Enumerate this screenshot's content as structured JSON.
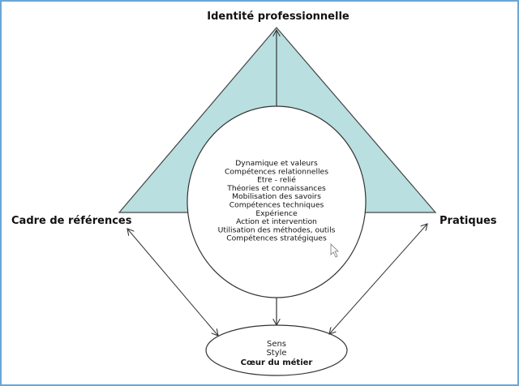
{
  "diagram": {
    "top_label": "Identité professionnelle",
    "left_label": "Cadre de références",
    "right_label": "Pratiques",
    "center_items": [
      "Dynamique et valeurs",
      "Compétences relationnelles",
      "Etre - relié",
      "Théories et connaissances",
      "Mobilisation des savoirs",
      "Compétences techniques",
      "Expérience",
      "Action et intervention",
      "Utilisation des méthodes, outils",
      "Compétences stratégiques"
    ],
    "core": {
      "line1": "Sens",
      "line2": "Style",
      "line3": "Cœur du métier"
    },
    "colors": {
      "triangle_fill": "#b9dfe0",
      "frame_border": "#6aa6d6",
      "stroke": "#333333"
    }
  }
}
